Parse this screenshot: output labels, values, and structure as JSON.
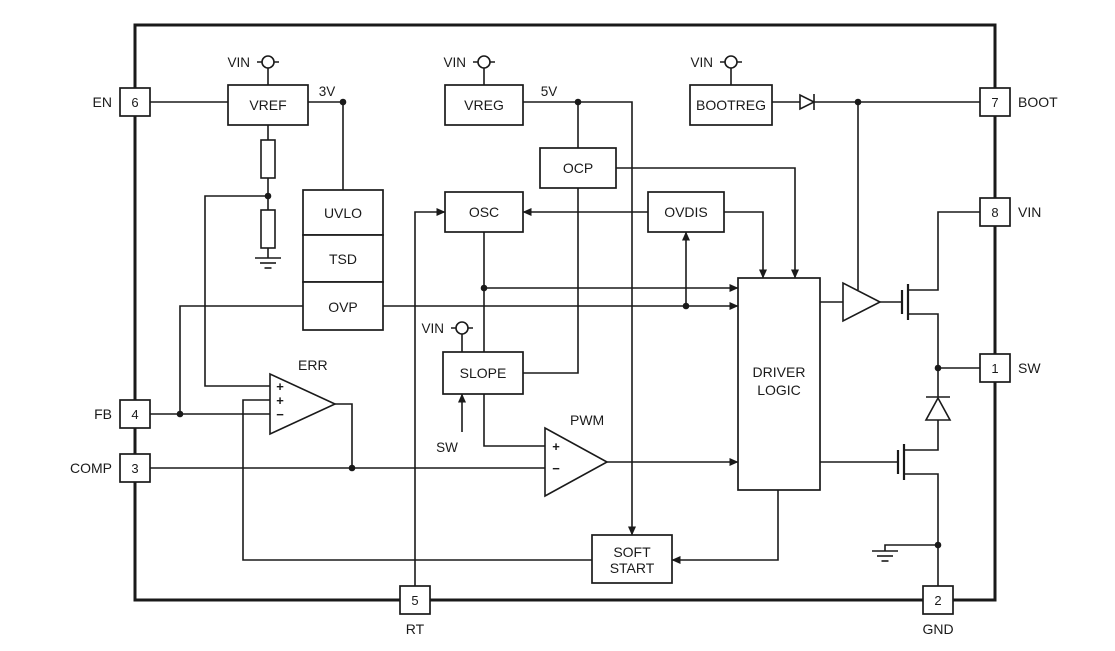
{
  "blocks": {
    "vref": "VREF",
    "vreg": "VREG",
    "bootreg": "BOOTREG",
    "ocp": "OCP",
    "osc": "OSC",
    "ovdis": "OVDIS",
    "uvlo": "UVLO",
    "tsd": "TSD",
    "ovp": "OVP",
    "slope": "SLOPE",
    "driver_logic": {
      "line1": "DRIVER",
      "line2": "LOGIC"
    },
    "soft_start": {
      "line1": "SOFT",
      "line2": "START"
    },
    "err_amp": "ERR",
    "pwm_comp": "PWM"
  },
  "pins": [
    {
      "number": "6",
      "name": "EN"
    },
    {
      "number": "4",
      "name": "FB"
    },
    {
      "number": "3",
      "name": "COMP"
    },
    {
      "number": "5",
      "name": "RT"
    },
    {
      "number": "2",
      "name": "GND"
    },
    {
      "number": "7",
      "name": "BOOT"
    },
    {
      "number": "8",
      "name": "VIN"
    },
    {
      "number": "1",
      "name": "SW"
    }
  ],
  "net_labels": {
    "vin": "VIN",
    "v3": "3V",
    "v5": "5V",
    "sw": "SW"
  },
  "opamp_signs": {
    "plus": "+",
    "minus": "−"
  },
  "colors": {
    "line": "#1a1a1a",
    "background": "#ffffff",
    "box_fill": "#ffffff"
  }
}
